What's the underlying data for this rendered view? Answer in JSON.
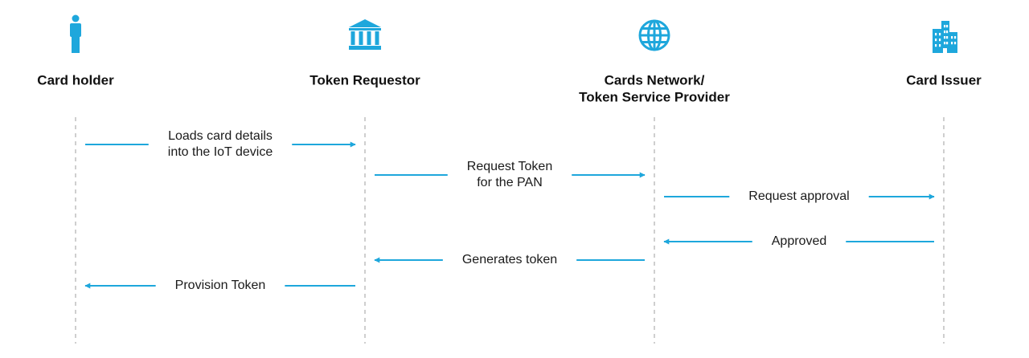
{
  "colors": {
    "accent": "#1ea7dc",
    "text": "#111111",
    "lifeline": "#b5b5b5"
  },
  "actors": [
    {
      "id": "card-holder",
      "icon": "person-icon",
      "label_lines": [
        "Card holder"
      ]
    },
    {
      "id": "token-requestor",
      "icon": "bank-icon",
      "label_lines": [
        "Token Requestor"
      ]
    },
    {
      "id": "cards-network",
      "icon": "globe-icon",
      "label_lines": [
        "Cards Network/",
        "Token Service Provider"
      ]
    },
    {
      "id": "card-issuer",
      "icon": "building-icon",
      "label_lines": [
        "Card Issuer"
      ]
    }
  ],
  "messages": [
    {
      "id": "loads-card-details",
      "from": 0,
      "to": 1,
      "label_lines": [
        "Loads card details",
        "into the IoT device"
      ]
    },
    {
      "id": "request-token",
      "from": 1,
      "to": 2,
      "label_lines": [
        "Request Token",
        "for the PAN"
      ]
    },
    {
      "id": "request-approval",
      "from": 2,
      "to": 3,
      "label_lines": [
        "Request approval"
      ]
    },
    {
      "id": "approved",
      "from": 3,
      "to": 2,
      "label_lines": [
        "Approved"
      ]
    },
    {
      "id": "generates-token",
      "from": 2,
      "to": 1,
      "label_lines": [
        "Generates token"
      ]
    },
    {
      "id": "provision-token",
      "from": 1,
      "to": 0,
      "label_lines": [
        "Provision Token"
      ]
    }
  ]
}
